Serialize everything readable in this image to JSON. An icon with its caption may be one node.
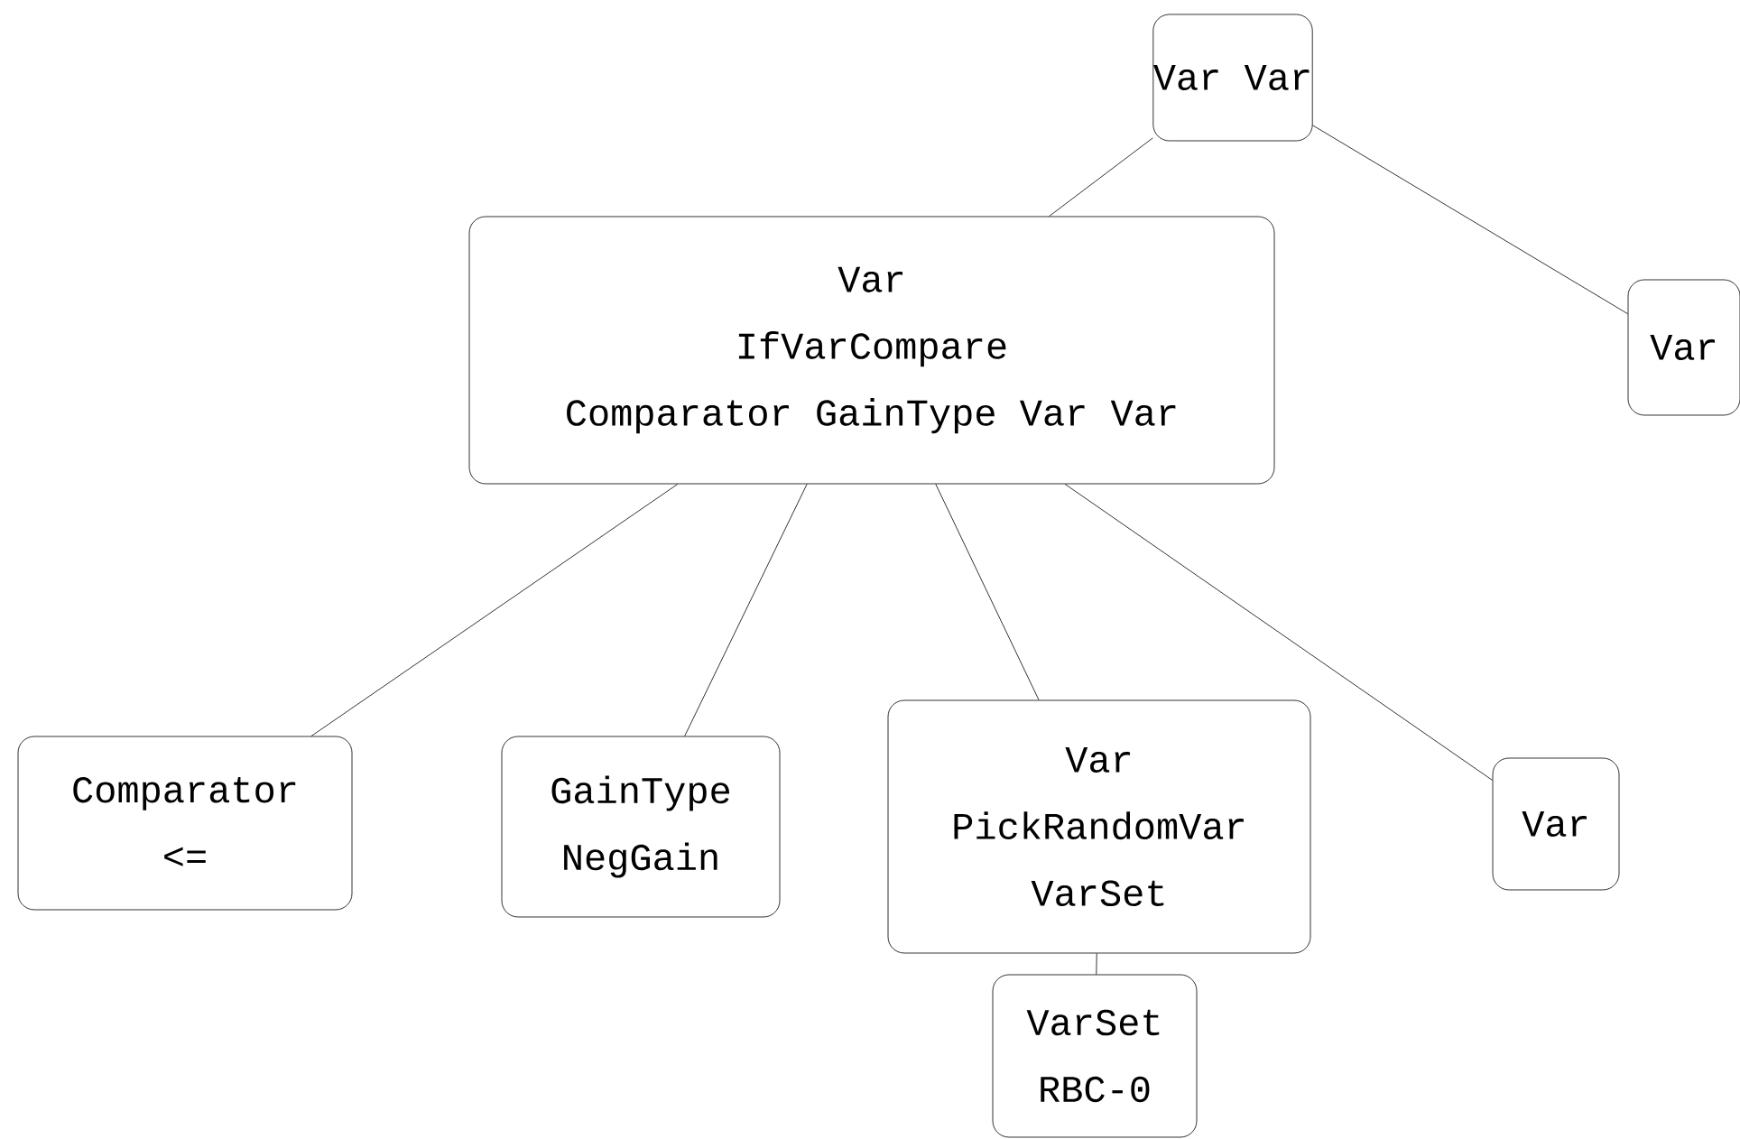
{
  "diagram": {
    "nodes": [
      {
        "text": [
          "Var Var"
        ]
      },
      {
        "text": [
          "Var",
          "IfVarCompare",
          "Comparator GainType Var Var"
        ]
      },
      {
        "text": [
          "Var"
        ]
      },
      {
        "text": [
          "Comparator",
          "<="
        ]
      },
      {
        "text": [
          "GainType",
          "NegGain"
        ]
      },
      {
        "text": [
          "Var",
          "PickRandomVar",
          "VarSet"
        ]
      },
      {
        "text": [
          "Var"
        ]
      },
      {
        "text": [
          "VarSet",
          "RBC-0"
        ]
      }
    ],
    "edges": [
      {
        "from": 0,
        "to": 1,
        "arrow": "none"
      },
      {
        "from": 0,
        "to": 2,
        "arrow": "none"
      },
      {
        "from": 1,
        "to": 3,
        "arrow": "none"
      },
      {
        "from": 1,
        "to": 4,
        "arrow": "none"
      },
      {
        "from": 1,
        "to": 5,
        "arrow": "none"
      },
      {
        "from": 1,
        "to": 6,
        "arrow": "none"
      },
      {
        "from": 5,
        "to": 7,
        "arrow": "none"
      }
    ]
  }
}
